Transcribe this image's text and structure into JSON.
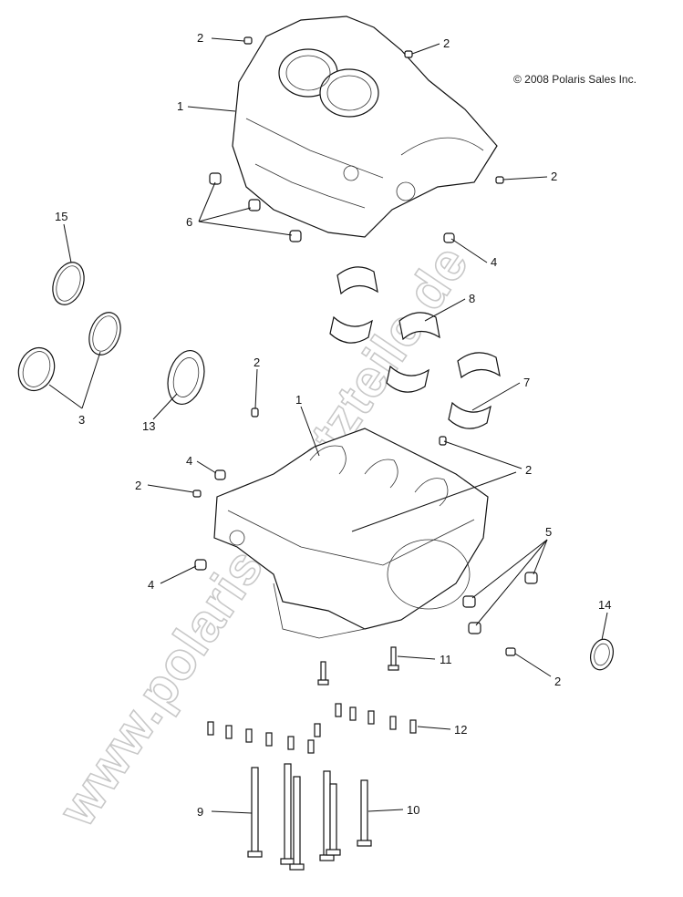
{
  "copyright": "© 2008 Polaris Sales Inc.",
  "watermark": "www.polaris-ersatzteile.de",
  "callouts": [
    {
      "id": "c2a",
      "label": "2"
    },
    {
      "id": "c2b",
      "label": "2"
    },
    {
      "id": "c1a",
      "label": "1"
    },
    {
      "id": "c2c",
      "label": "2"
    },
    {
      "id": "c6",
      "label": "6"
    },
    {
      "id": "c15",
      "label": "15"
    },
    {
      "id": "c4a",
      "label": "4"
    },
    {
      "id": "c8",
      "label": "8"
    },
    {
      "id": "c2d",
      "label": "2"
    },
    {
      "id": "c7",
      "label": "7"
    },
    {
      "id": "c3",
      "label": "3"
    },
    {
      "id": "c13",
      "label": "13"
    },
    {
      "id": "c1b",
      "label": "1"
    },
    {
      "id": "c2e",
      "label": "2"
    },
    {
      "id": "c4b",
      "label": "4"
    },
    {
      "id": "c2f",
      "label": "2"
    },
    {
      "id": "c5",
      "label": "5"
    },
    {
      "id": "c4c",
      "label": "4"
    },
    {
      "id": "c14",
      "label": "14"
    },
    {
      "id": "c11",
      "label": "11"
    },
    {
      "id": "c2g",
      "label": "2"
    },
    {
      "id": "c12",
      "label": "12"
    },
    {
      "id": "c9",
      "label": "9"
    },
    {
      "id": "c10",
      "label": "10"
    }
  ]
}
